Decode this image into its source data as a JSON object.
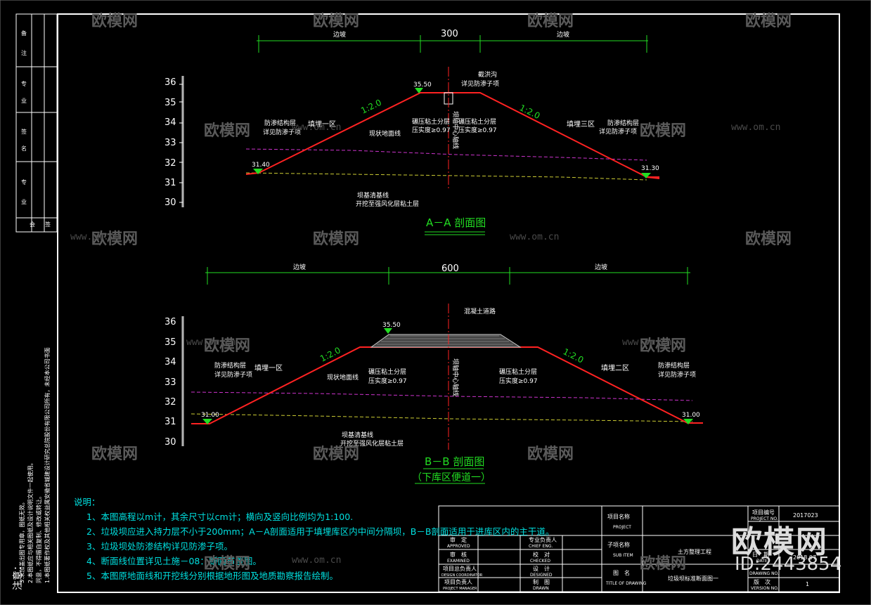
{
  "section_aa": {
    "title": "A－A 剖面图",
    "dim_total": "300",
    "dim_left": "边坡",
    "dim_right": "边坡",
    "elevations": [
      "36",
      "35",
      "34",
      "33",
      "32",
      "31",
      "30"
    ],
    "top_elev": "35.50",
    "left_elev": "31.40",
    "right_elev": "31.30",
    "slope_left": "1:2.0",
    "slope_right": "1:2.0",
    "zone_left": "填埋一区",
    "zone_right": "填埋三区",
    "ditch_label_1": "截洪沟",
    "ditch_label_2": "详见防渗子项",
    "liner_left_1": "防渗结构层",
    "liner_left_2": "详见防渗子项",
    "liner_right_1": "防渗结构层",
    "liner_right_2": "详见防渗子项",
    "ground_line": "现状地面线",
    "fill_left_1": "碾压粘土分层",
    "fill_left_2": "压实度≥0.97",
    "fill_right_1": "碾压粘土分层",
    "fill_right_2": "压实度≥0.97",
    "centerline": "坝轴中心轴线",
    "clear_1": "坝基清基线",
    "clear_2": "开挖至强风化层粘土层"
  },
  "section_bb": {
    "title": "B－B 剖面图",
    "subtitle": "（下库区便道一）",
    "dim_total": "600",
    "dim_left": "边坡",
    "dim_right": "边坡",
    "elevations": [
      "36",
      "35",
      "34",
      "33",
      "32",
      "31",
      "30"
    ],
    "top_elev": "35.50",
    "left_elev": "31.00",
    "right_elev": "31.00",
    "slope_left": "1:2.0",
    "slope_right": "1:2.0",
    "zone_left": "填埋一区",
    "zone_right": "填埋二区",
    "road_label": "混凝土道路",
    "liner_left_1": "防渗结构层",
    "liner_left_2": "详见防渗子项",
    "liner_right_1": "防渗结构层",
    "liner_right_2": "详见防渗子项",
    "ground_line": "现状地面线",
    "fill_left_1": "碾压粘土分层",
    "fill_left_2": "压实度≥0.97",
    "fill_right_1": "碾压粘土分层",
    "fill_right_2": "压实度≥0.97",
    "centerline": "坝轴中心轴线",
    "clear_1": "坝基清基线",
    "clear_2": "开挖至强风化层粘土层"
  },
  "notes": {
    "heading": "说明：",
    "items": [
      "1、本图高程以m计，其余尺寸以cm计；横向及竖向比例均为1:100.",
      "2、垃圾坝应进入持力层不小于200mm；A－A剖面适用于填埋库区内中间分隔坝，B－B剖面适用于进库区内的主干道。",
      "3、垃圾坝处防渗结构详见防渗子项。",
      "4、断面线位置详见土施－08：断面布置图。",
      "5、本图原地面线和开挖线分别根据地形图及地质勘察报告绘制。"
    ]
  },
  "title_block": {
    "project_cn": "项目名称",
    "project_en": "PROJECT",
    "subitem_cn": "子项名称",
    "subitem_en": "SUB ITEM",
    "subitem_value": "土方整理工程",
    "drawing_cn": "图　名",
    "drawing_en": "TITLE OF DRAWING",
    "drawing_value": "垃圾坝标准断面图一",
    "approved_cn": "审　定",
    "approved_en": "APPROVED",
    "chief_cn": "专业负责人",
    "chief_en": "CHIEF ENG.",
    "examined_cn": "审　核",
    "examined_en": "EXAMINED",
    "checked_cn": "校　对",
    "checked_en": "CHECKED",
    "proj_coord_cn": "项目总负责人",
    "proj_coord_en": "DESIGN COORDINATOR",
    "design_cn": "设　计",
    "design_en": "DESIGNED",
    "proj_mgr_cn": "项目负责人",
    "proj_mgr_en": "PROJECT MANAGER",
    "drawn_cn": "制　图",
    "drawn_en": "DRAWN",
    "proj_no_cn": "项目编号",
    "proj_no_en": "PROJECT NO.",
    "proj_no_value": "2017023",
    "date_cn": "日　期",
    "date_en": "DATE",
    "date_value": "2018.07",
    "drawing_no_en": "DRAWING NO.",
    "version_cn": "版　次",
    "version_en": "VERSION NO.",
    "version_value": "1"
  },
  "left_margin": {
    "note_title": "注意：",
    "note_1": "1.本图纸著作权及其他相关权益属安徽省城建设计研究总院股份有限公司所有，未经本公司书面",
    "note_2": "同意，不得擅自复制、修改或转让。",
    "note_3": "2.本图纸应与相关图纸及设计说明文件一起使用。",
    "note_4": "3.未加盖出图专用章，图纸无效。",
    "stamp_col": [
      "备",
      "注",
      "专",
      "业",
      "签",
      "名",
      "专",
      "业",
      "会",
      "签"
    ]
  },
  "watermark": {
    "brand": "欧模网",
    "url": "www.om.cn",
    "id": "ID:2443854"
  }
}
